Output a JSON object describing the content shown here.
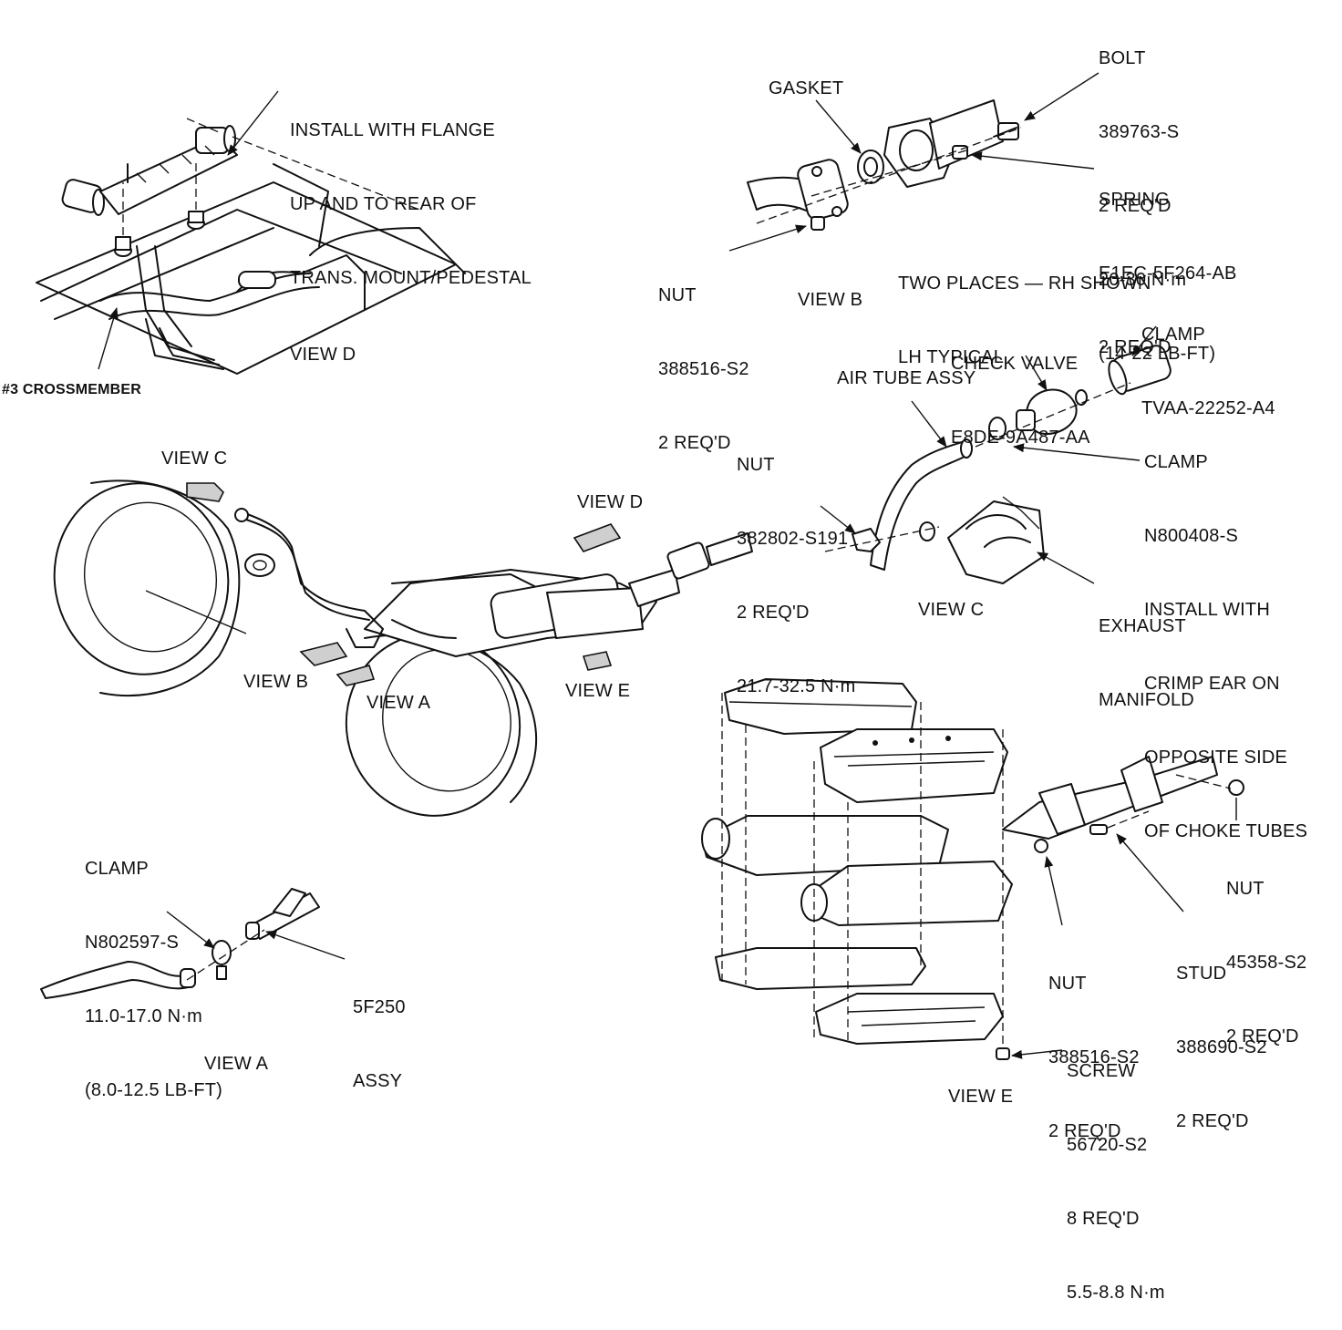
{
  "labels": {
    "install_flange": [
      "INSTALL WITH FLANGE",
      "UP AND TO REAR OF",
      "TRANS. MOUNT/PEDESTAL"
    ],
    "view_d_top": "VIEW D",
    "crossmember": "#3 CROSSMEMBER",
    "gasket": "GASKET",
    "bolt": [
      "BOLT",
      "389763-S",
      "2 REQ'D",
      "20-30 N·m",
      "(14-22 LB-FT)"
    ],
    "spring": [
      "SPRING",
      "E1EC-5F264-AB",
      "2 REQ'D"
    ],
    "two_places": [
      "TWO PLACES — RH SHOWN",
      "LH TYPICAL"
    ],
    "nut_b": [
      "NUT",
      "388516-S2",
      "2 REQ'D"
    ],
    "view_b_top": "VIEW B",
    "clamp_tvaa": [
      "CLAMP",
      "TVAA-22252-A4"
    ],
    "check_valve": [
      "CHECK VALVE",
      "E8DE-9A487-AA"
    ],
    "air_tube": "AIR TUBE ASSY",
    "nut_c": [
      "NUT",
      "382802-S191",
      "2 REQ'D",
      "21.7-32.5 N·m"
    ],
    "clamp_n800408": [
      "CLAMP",
      "N800408-S",
      "INSTALL WITH",
      "CRIMP EAR ON",
      "OPPOSITE SIDE",
      "OF CHOKE TUBES"
    ],
    "exhaust_manifold": [
      "EXHAUST",
      "MANIFOLD"
    ],
    "view_c_bottom": "VIEW C",
    "view_c_main": "VIEW C",
    "view_d_main": "VIEW D",
    "view_b_main": "VIEW B",
    "view_a_main": "VIEW A",
    "view_e_main": "VIEW E",
    "clamp_a": [
      "CLAMP",
      "N802597-S",
      "11.0-17.0 N·m",
      "(8.0-12.5 LB-FT)"
    ],
    "assy_5f250": [
      "5F250",
      "ASSY"
    ],
    "view_a_bottom": "VIEW A",
    "nut_e_right": [
      "NUT",
      "45358-S2",
      "2 REQ'D"
    ],
    "stud": [
      "STUD",
      "388690-S2",
      "2 REQ'D"
    ],
    "nut_e_mid": [
      "NUT",
      "388516-S2",
      "2 REQ'D"
    ],
    "screw": [
      "SCREW",
      "56720-S2",
      "8 REQ'D",
      "5.5-8.8 N·m"
    ],
    "view_e_bottom": "VIEW E"
  }
}
